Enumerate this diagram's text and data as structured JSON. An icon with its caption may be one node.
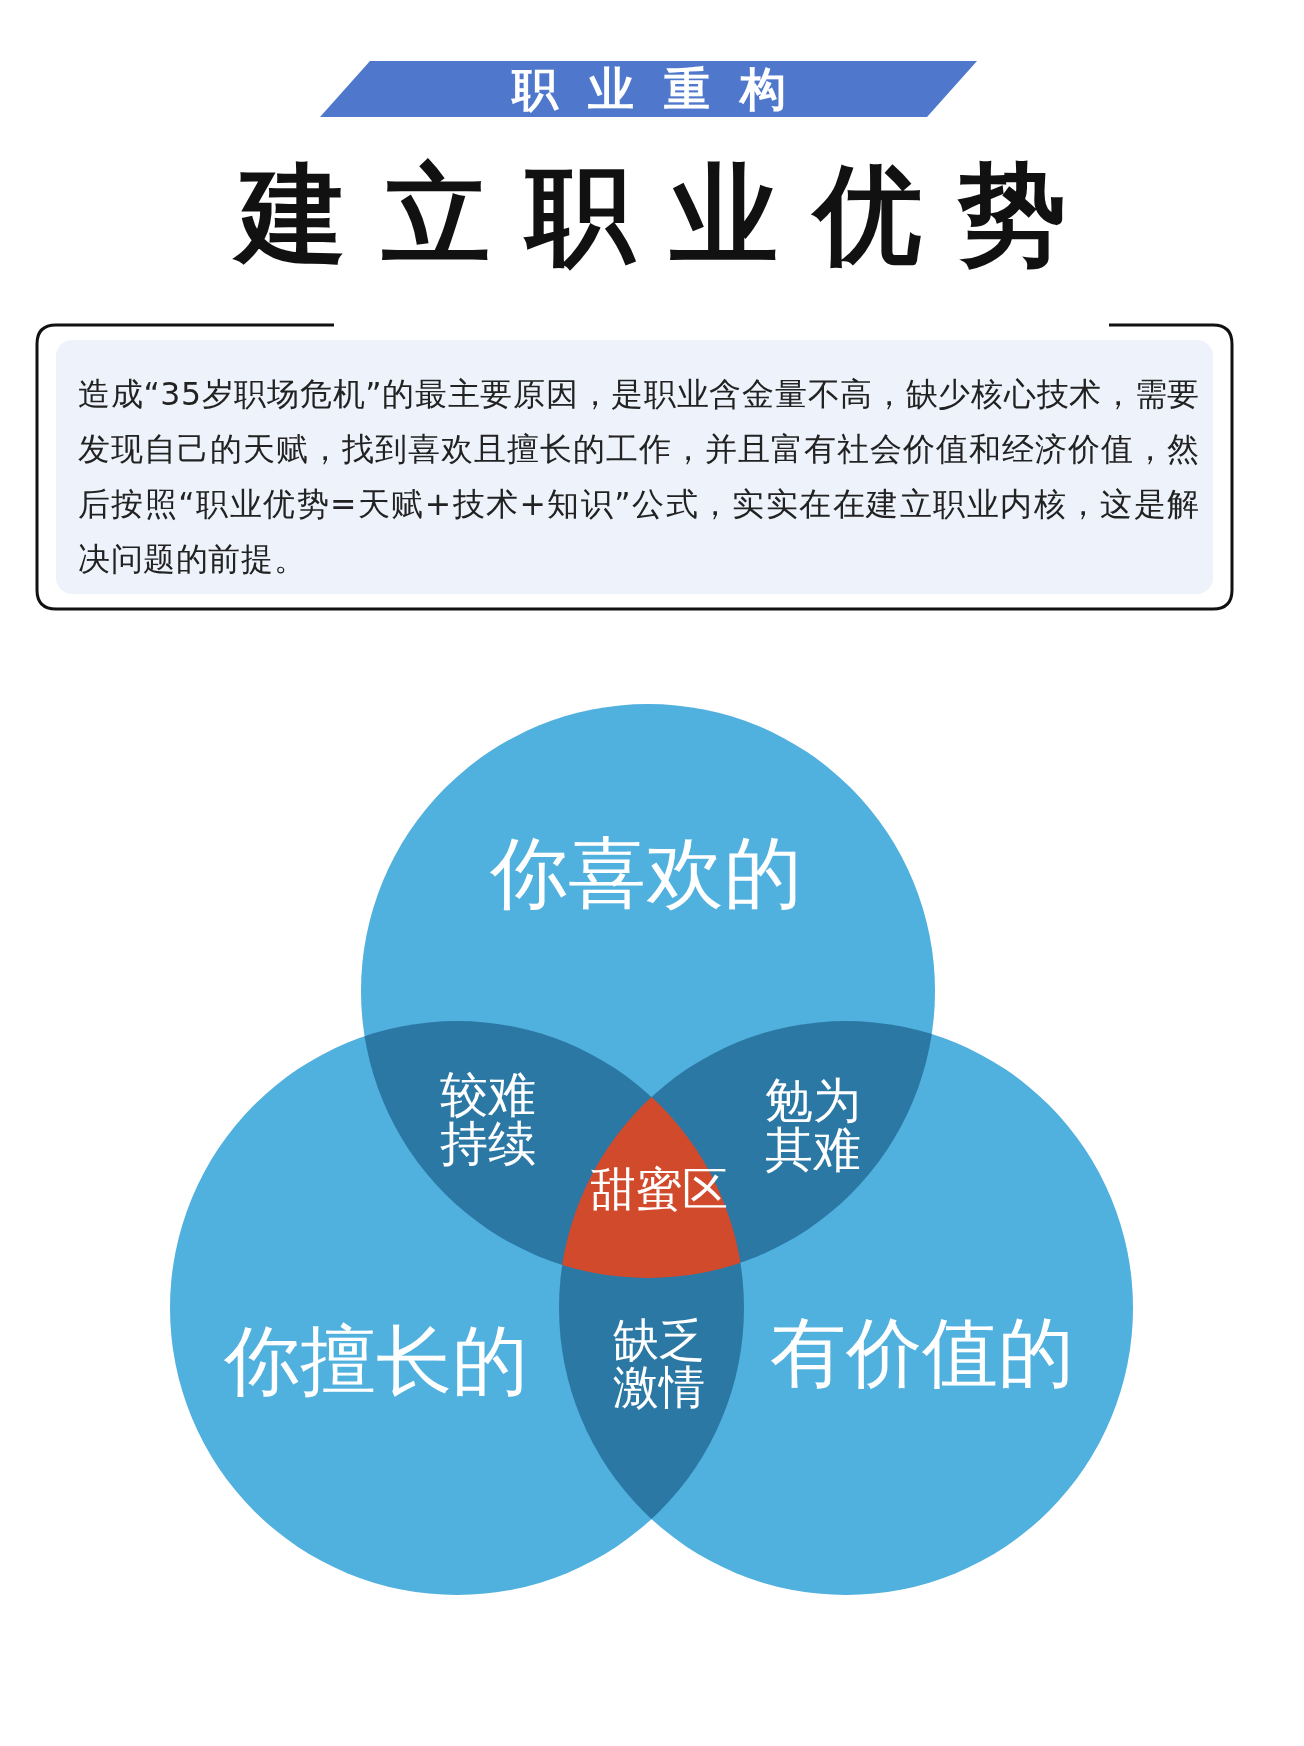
{
  "diagram": {
    "title": "建立职业优势",
    "nodes": [
      {
        "text": [
          "职业重构"
        ]
      },
      {
        "text": [
          "造成“35岁职场危机”的最主要原因，是职业含金量不高，缺少核心技术，需要发现自己的天赋，找到喜欢且擅长的工作，并且富有社会价值和经济价值，然后按照“职业优势=天赋+技术+知识”公式，实实在在建立职业内核，这是解决问题的前提。"
        ]
      },
      {
        "text": [
          "你喜欢的"
        ]
      },
      {
        "text": [
          "较难持续"
        ]
      },
      {
        "text": [
          "勉为其难"
        ]
      },
      {
        "text": [
          "甜蜜区"
        ]
      },
      {
        "text": [
          "你擅长的"
        ]
      },
      {
        "text": [
          "缺乏激情"
        ]
      },
      {
        "text": [
          "有价值的"
        ]
      }
    ]
  }
}
